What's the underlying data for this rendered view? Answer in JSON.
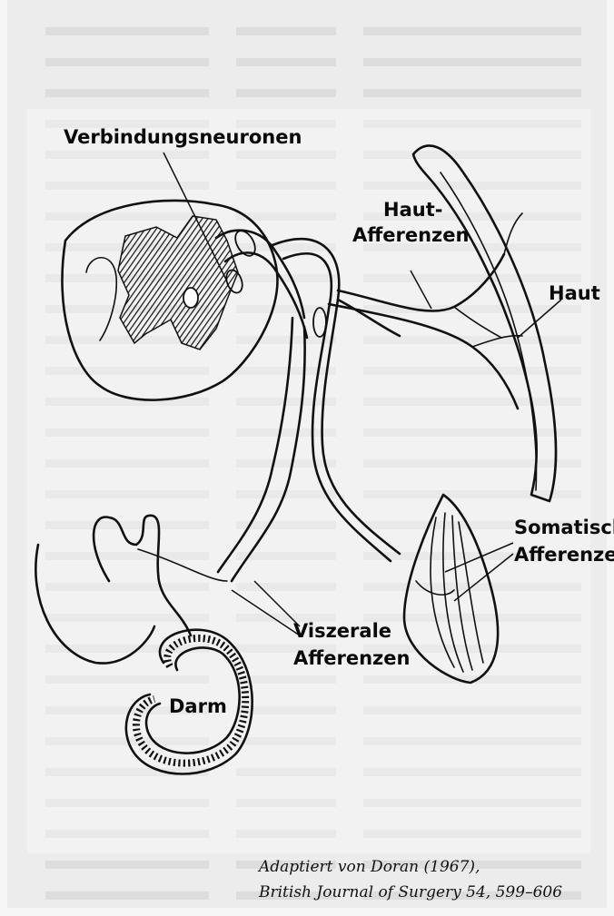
{
  "labels": {
    "verbindungsneuronen": "Verbindungsneuronen",
    "haut_afferenzen_1": "Haut-",
    "haut_afferenzen_2": "Afferenzen",
    "haut": "Haut",
    "somatische_1": "Somatische",
    "somatische_2": "Afferenzen",
    "viszerale_1": "Viszerale",
    "viszerale_2": "Afferenzen",
    "darm": "Darm"
  },
  "caption": {
    "line1": "Adaptiert von Doran (1967),",
    "line2": "British Journal of Surgery 54, 599–606"
  },
  "colors": {
    "background": "#f6f6f6",
    "ink": "#111111",
    "faded_print": "#d2d2d2",
    "panel": "#e8e8e8"
  }
}
